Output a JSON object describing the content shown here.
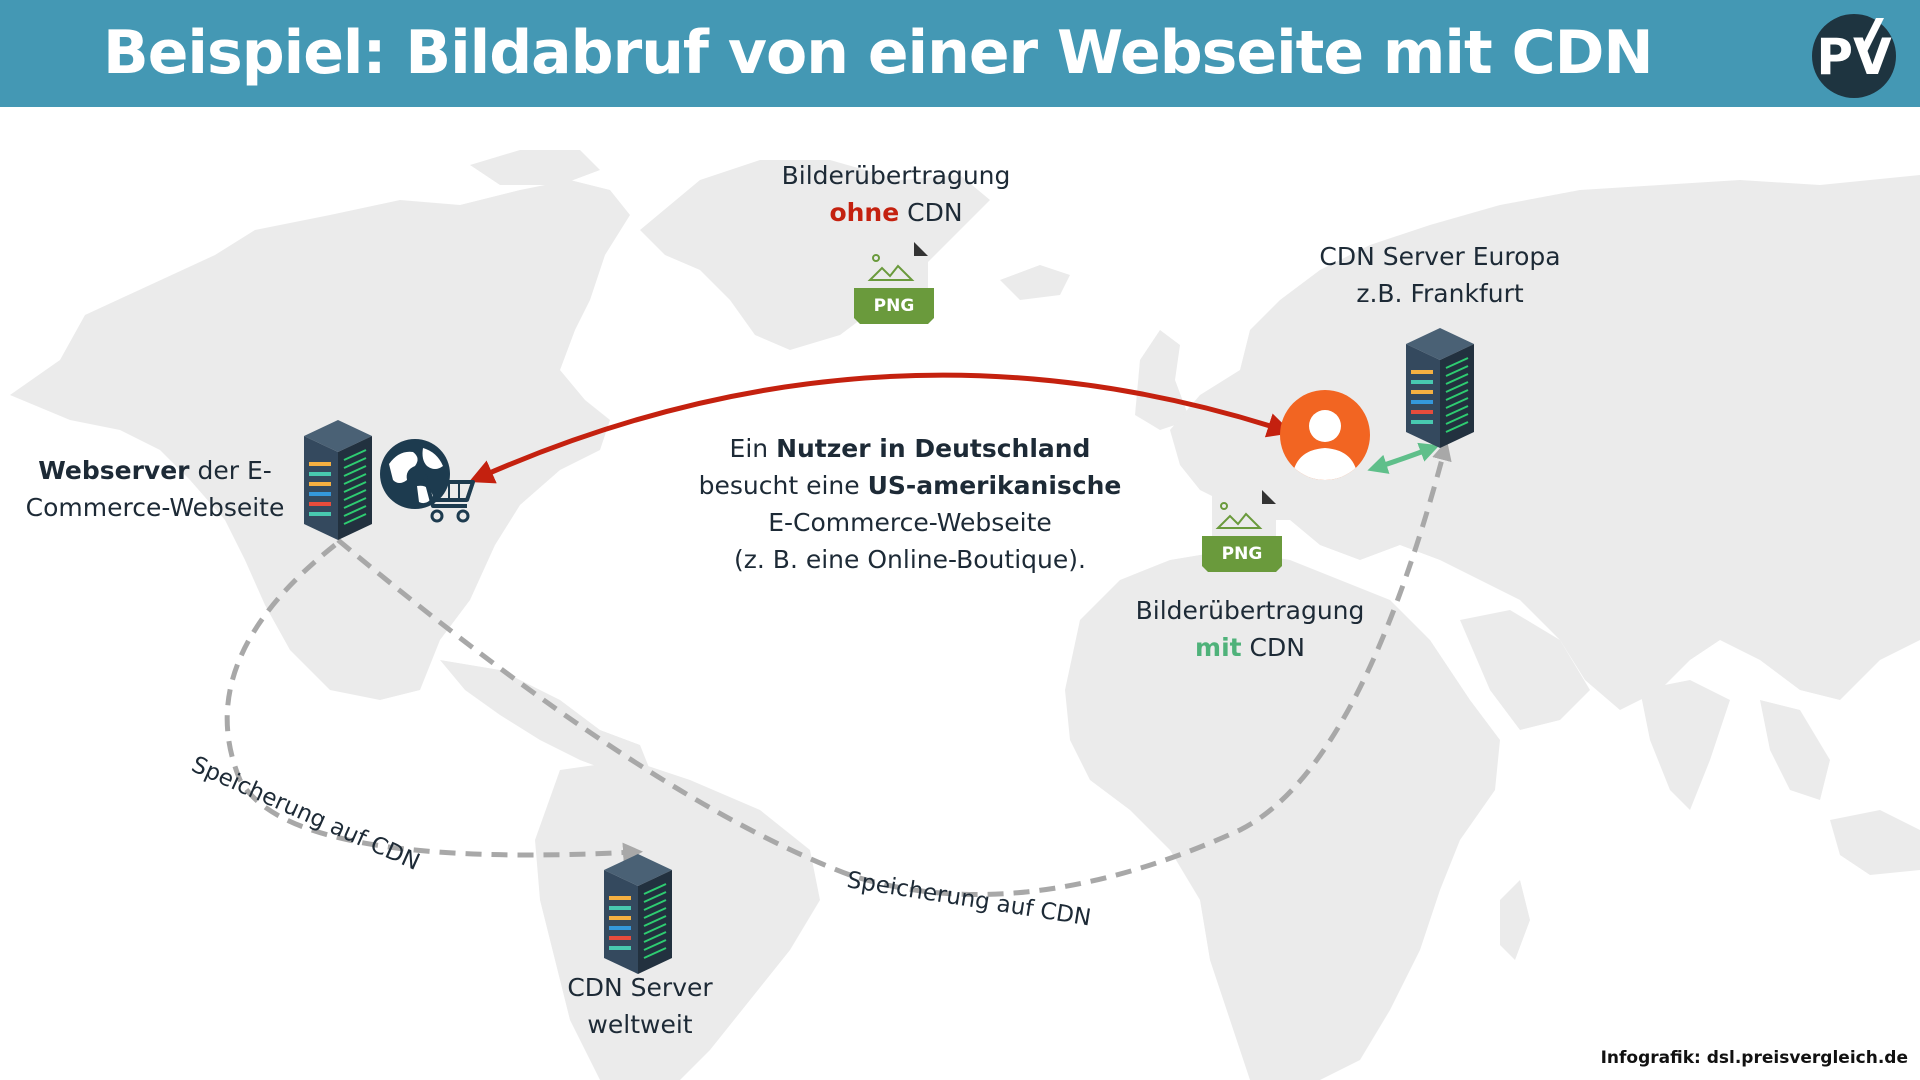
{
  "header": {
    "title": "Beispiel: Bildabruf von einer Webseite mit CDN",
    "logo_text": "PV",
    "background": "#4498b4"
  },
  "webserver": {
    "label_bold": "Webserver",
    "label_rest": " der E-",
    "label_line2": "Commerce-Webseite",
    "icons": [
      "server-rack-icon",
      "globe-shopping-cart-icon"
    ]
  },
  "top_transfer": {
    "line1": "Bilderübertragung",
    "emphasis": "ohne",
    "rest": " CDN",
    "file_badge": "PNG"
  },
  "cdn_europe": {
    "line1": "CDN Server Europa",
    "line2": "z.B.  Frankfurt",
    "icon": "server-rack-icon"
  },
  "user": {
    "icon": "user-avatar-icon"
  },
  "center": {
    "l1_pre": "Ein ",
    "l1_bold": "Nutzer in Deutschland",
    "l2_pre": "besucht eine ",
    "l2_bold": "US-amerikanische",
    "l3": "E-Commerce-Webseite",
    "l4": "(z. B. eine Online-Boutique)."
  },
  "bottom_transfer": {
    "file_badge": "PNG",
    "line1": "Bilderübertragung",
    "emphasis": "mit",
    "rest": " CDN"
  },
  "storage_labels": {
    "left": "Speicherung auf CDN",
    "right": "Speicherung auf CDN"
  },
  "cdn_world": {
    "line1": "CDN Server",
    "line2": "weltweit",
    "icon": "server-rack-icon"
  },
  "footer": {
    "text": "Infografik: dsl.preisvergleich.de"
  },
  "colors": {
    "accent_red": "#c4210f",
    "accent_green": "#4fb27a",
    "arrow_gray": "#9a9a9a",
    "user_orange": "#f26522",
    "server_dark": "#2c3e50",
    "png_green": "#6a9a3c",
    "map_gray": "#ebebeb"
  }
}
